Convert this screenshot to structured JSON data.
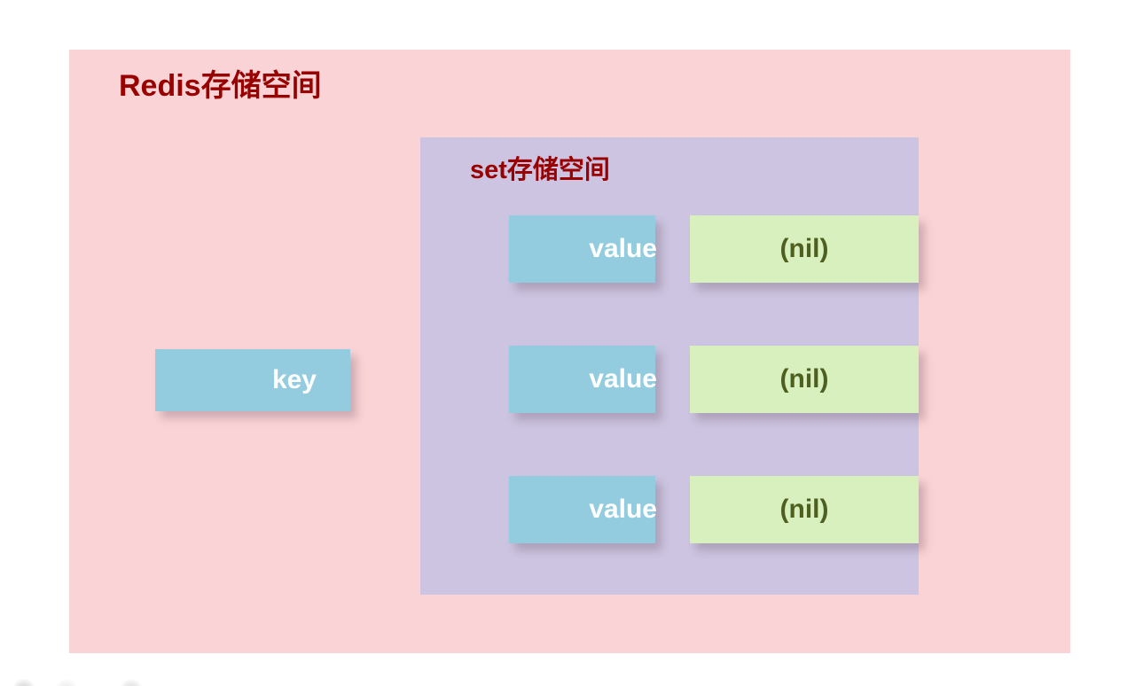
{
  "diagram": {
    "title": "Redis存储空间",
    "colors": {
      "outer_background": "#f9d3d5",
      "inner_background": "#ccc4e0",
      "title_text": "#990000",
      "key_box": "#92ccde",
      "value_box": "#92ccde",
      "nil_box": "#d7f0be",
      "key_label_text": "#ffffff",
      "value_label_text": "#ffffff",
      "nil_label_text": "#4f5f1f",
      "page_background": "#ffffff"
    },
    "key_box": {
      "label": "key"
    },
    "set_space": {
      "title": "set存储空间",
      "rows": [
        {
          "value_label": "value",
          "nil_label": "(nil)"
        },
        {
          "value_label": "value",
          "nil_label": "(nil)"
        },
        {
          "value_label": "value",
          "nil_label": "(nil)"
        }
      ]
    }
  }
}
